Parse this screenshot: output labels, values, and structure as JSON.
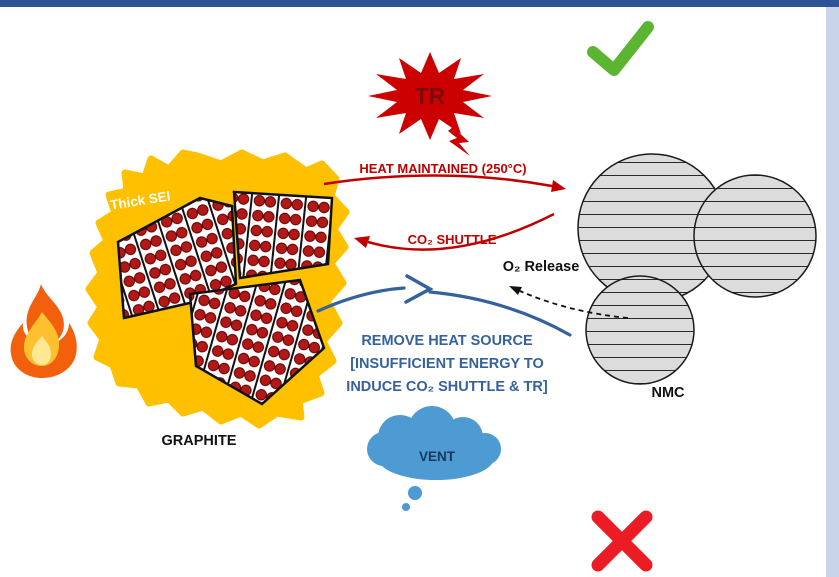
{
  "diagram": {
    "burst_label": "TR",
    "sei_label": "Thick SEI",
    "graphite_label": "GRAPHITE",
    "nmc_label": "NMC",
    "vent_label": "VENT",
    "o2_release_label": "O₂ Release",
    "heat_arrow_label": "HEAT MAINTAINED (250°C)",
    "co2_arrow_label": "CO₂ SHUTTLE",
    "remove_heat_lines": [
      "REMOVE HEAT SOURCE",
      "[INSUFFICIENT ENERGY TO",
      "INDUCE CO₂ SHUTTLE & TR]"
    ],
    "colors": {
      "arrow_red": "#C00000",
      "burst_red": "#CC0000",
      "arrow_blue": "#35619C",
      "sei_orange": "#FFC000",
      "vent_blue": "#4E9BD3",
      "check_green": "#5CB531",
      "cross_red": "#EC1C24",
      "nmc_gray": "#DCDCDC",
      "lithium_red": "#B21818",
      "top_border_blue": "#2F5496"
    }
  }
}
